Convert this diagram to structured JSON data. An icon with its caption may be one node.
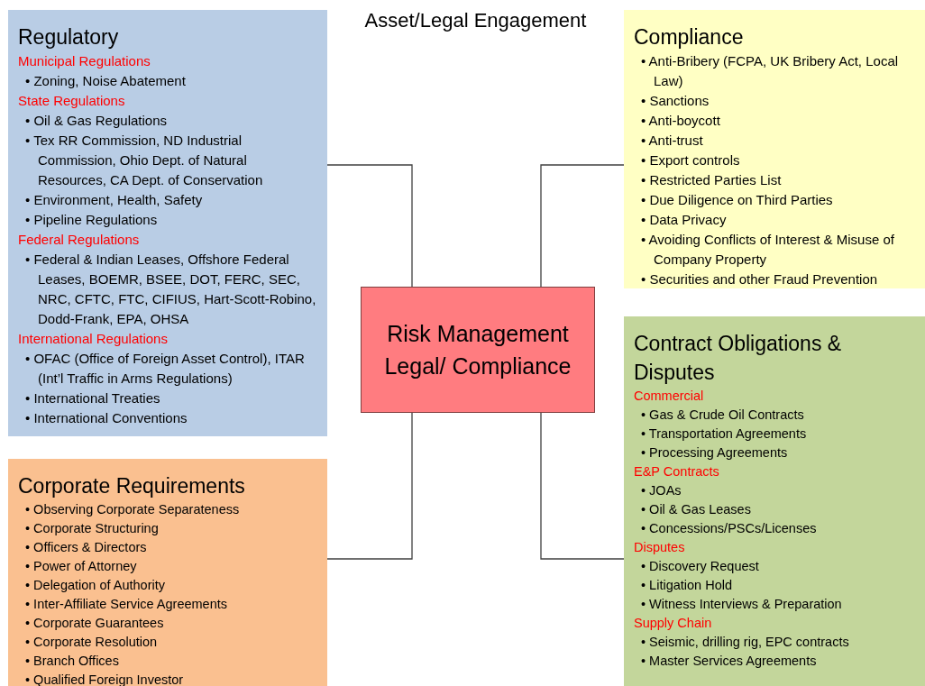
{
  "diagram": {
    "title": "Asset/Legal Engagement",
    "nodes": [
      {
        "text": [
          "Regulatory"
        ]
      },
      {
        "text": [
          "Municipal Regulations",
          "• Zoning, Noise Abatement"
        ],
        "in": 0
      },
      {
        "text": [
          "State Regulations",
          "• Oil & Gas Regulations",
          "• Tex RR Commission, ND Industrial Commission, Ohio Dept. of Natural Resources, CA Dept. of Conservation",
          "• Environment, Health, Safety",
          "• Pipeline Regulations"
        ],
        "in": 0
      },
      {
        "text": [
          "Federal Regulations",
          "• Federal & Indian Leases, Offshore Federal Leases, BOEMR, BSEE, DOT, FERC, SEC, NRC, CFTC, FTC, CIFIUS, Hart-Scott-Robino, Dodd-Frank, EPA, OHSA"
        ],
        "in": 0
      },
      {
        "text": [
          "International Regulations",
          "• OFAC (Office of Foreign Asset Control), ITAR (Int’l Traffic in Arms Regulations)",
          "• International Treaties",
          "• International Conventions"
        ],
        "in": 0
      },
      {
        "text": [
          "Compliance",
          "• Anti-Bribery (FCPA, UK Bribery Act, Local Law)",
          "• Sanctions",
          "• Anti-boycott",
          "• Anti-trust",
          "• Export controls",
          "• Restricted Parties List",
          "• Due Diligence on Third Parties",
          "• Data Privacy",
          "• Avoiding Conflicts of Interest & Misuse of Company Property",
          "• Securities and other Fraud Prevention"
        ]
      },
      {
        "text": [
          "Risk Management Legal/ Compliance"
        ]
      },
      {
        "text": [
          "Corporate Requirements",
          "• Observing Corporate Separateness",
          "• Corporate Structuring",
          "• Officers & Directors",
          "• Power of Attorney",
          "• Delegation of Authority",
          "• Inter-Affiliate Service Agreements",
          "• Corporate Guarantees",
          "• Corporate Resolution",
          "• Branch Offices",
          "• Qualified Foreign Investor"
        ]
      },
      {
        "text": [
          "Contract Obligations & Disputes"
        ]
      },
      {
        "text": [
          "Commercial",
          "• Gas & Crude Oil Contracts",
          "• Transportation Agreements",
          "• Processing Agreements"
        ],
        "in": 8
      },
      {
        "text": [
          "E&P Contracts",
          "• JOAs",
          "• Oil & Gas Leases",
          "• Concessions/PSCs/Licenses"
        ],
        "in": 8
      },
      {
        "text": [
          "Disputes",
          "• Discovery Request",
          "• Litigation Hold",
          "• Witness Interviews & Preparation"
        ],
        "in": 8
      },
      {
        "text": [
          "Supply Chain",
          "• Seismic, drilling rig, EPC contracts",
          "• Master Services Agreements"
        ],
        "in": 8
      }
    ],
    "edges": [
      {
        "from": 6,
        "to": 0,
        "arrow": "none"
      },
      {
        "from": 6,
        "to": 5,
        "arrow": "none"
      },
      {
        "from": 6,
        "to": 7,
        "arrow": "none"
      },
      {
        "from": 6,
        "to": 8,
        "arrow": "none"
      }
    ]
  }
}
